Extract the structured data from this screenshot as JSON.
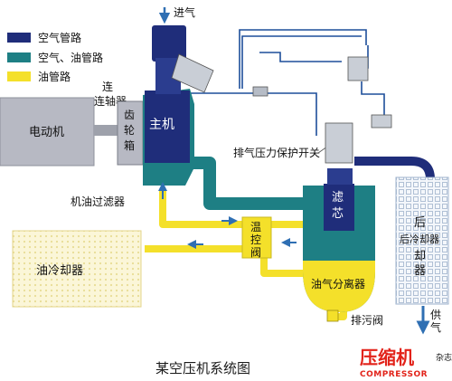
{
  "title": "某空压机系统图",
  "legend": [
    {
      "label": "空气管路",
      "color": "#1f2d7a"
    },
    {
      "label": "空气、油管路",
      "color": "#1e7f84"
    },
    {
      "label": "油管路",
      "color": "#f4e02a"
    }
  ],
  "labels": {
    "intake": "进气",
    "motor": "电动机",
    "coupling": "连轴器",
    "gearbox": "齿轮箱",
    "main_unit": "主机",
    "pressure_switch": "排气压力保护开关",
    "oil_filter": "机油过滤器",
    "thermo_valve": "温控阀",
    "oil_cooler": "油冷却器",
    "filter_core": "滤芯",
    "separator": "油气分离器",
    "drain_valve": "排污阀",
    "aftercooler": "后冷却器",
    "supply": "供气"
  },
  "brand": {
    "name": "压缩机",
    "sub": "COMPRESSOR",
    "tag": "杂志"
  },
  "colors": {
    "air": "#1f2d7a",
    "air_oil": "#1e7f84",
    "oil": "#f4e02a",
    "thin_line": "#1d4e9a",
    "motor": "#b7b9c3",
    "cooler_bg": "#fbf6d8",
    "brand_red": "#e2231a"
  }
}
